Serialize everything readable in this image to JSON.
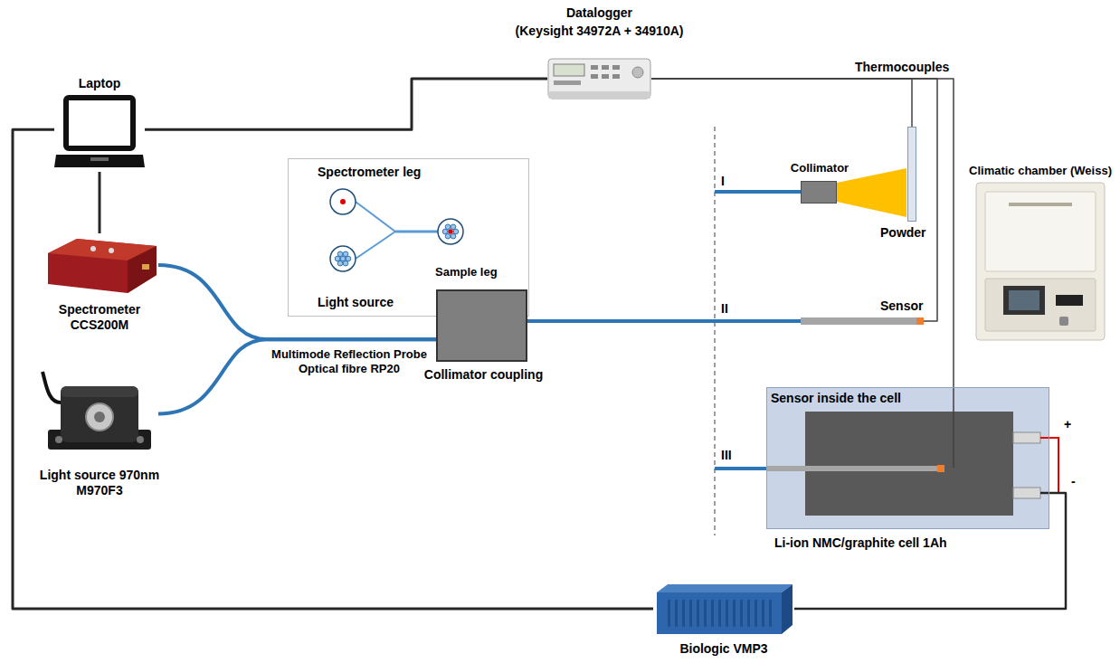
{
  "diagram": {
    "nodes": [
      {
        "text": [
          "Datalogger",
          "(Keysight 34972A + 34910A)"
        ]
      },
      {
        "text": [
          "Laptop"
        ]
      },
      {
        "text": [
          "Spectrometer leg",
          "Light source",
          "Sample leg"
        ]
      },
      {
        "text": [
          "Collimator"
        ]
      },
      {
        "text": [
          "Powder"
        ]
      },
      {
        "text": [
          "Climatic chamber (Weiss)"
        ]
      },
      {
        "text": [
          "Spectrometer CCS200M"
        ]
      },
      {
        "text": [
          "Collimator coupling"
        ]
      },
      {
        "text": [
          "Sensor"
        ]
      },
      {
        "text": [
          "Sensor inside the cell",
          "Li-ion NMC/graphite cell 1Ah"
        ]
      },
      {
        "text": [
          "Light source 970nm M970F3"
        ]
      },
      {
        "text": [
          "Biologic VMP3"
        ]
      }
    ],
    "edges": [
      {
        "from": 1,
        "to": 0,
        "arrow": "none"
      },
      {
        "from": 1,
        "to": 6,
        "arrow": "none"
      },
      {
        "from": 1,
        "to": 11,
        "arrow": "none"
      },
      {
        "from": 6,
        "to": 7,
        "arrow": "none"
      },
      {
        "from": 10,
        "to": 7,
        "arrow": "none"
      },
      {
        "from": 7,
        "to": 8,
        "arrow": "none"
      },
      {
        "from": 0,
        "to": 4,
        "arrow": "none"
      },
      {
        "from": 0,
        "to": 8,
        "arrow": "none"
      },
      {
        "from": 0,
        "to": 9,
        "arrow": "none"
      },
      {
        "from": 9,
        "to": 11,
        "arrow": "none"
      }
    ],
    "labels": [
      "Thermocouples",
      "I",
      "II",
      "III",
      "Multimode Reflection Probe Optical fibre RP20",
      "+",
      "-"
    ]
  }
}
